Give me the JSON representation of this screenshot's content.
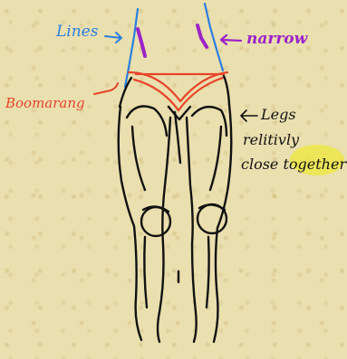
{
  "annotations": {
    "lines": "Lines",
    "narrow": "narrow",
    "boomerang": "Boomarang",
    "legs_line1": "Legs",
    "legs_line2": "relitivly",
    "legs_line3": "close together"
  },
  "colors": {
    "lines": "#2a7fe0",
    "narrow": "#9b22c8",
    "boomerang": "#e8452c",
    "ink": "#111111",
    "highlight": "#eee83c"
  },
  "icon_names": [
    "arrow-lines-icon",
    "arrow-narrow-icon",
    "arrow-boomerang-icon",
    "arrow-legs-icon"
  ]
}
